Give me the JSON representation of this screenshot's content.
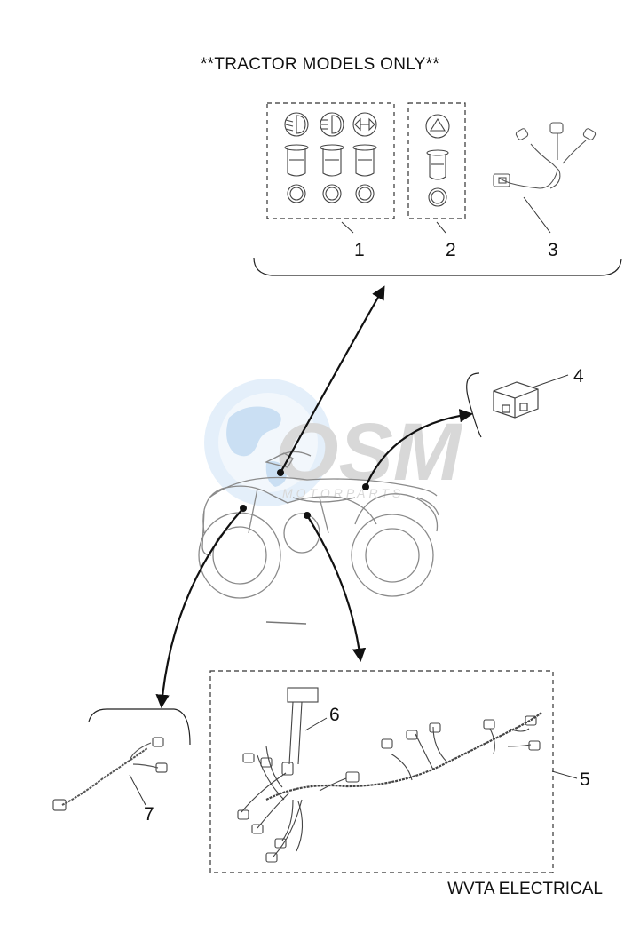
{
  "diagram": {
    "header": "**TRACTOR MODELS ONLY**",
    "footer": "WVTA ELECTRICAL",
    "watermark": {
      "brand": "OSM",
      "subtitle": "MOTORPARTS"
    },
    "callouts": [
      "1",
      "2",
      "3",
      "4",
      "5",
      "6",
      "7"
    ],
    "icons": [
      "low-beam-indicator-icon",
      "high-beam-indicator-icon",
      "turn-signal-indicator-icon",
      "hazard-triangle-icon"
    ],
    "colors": {
      "line": "#222222",
      "watermark_blue": "#9fc6ea",
      "watermark_gray": "#b9b9b9"
    }
  }
}
